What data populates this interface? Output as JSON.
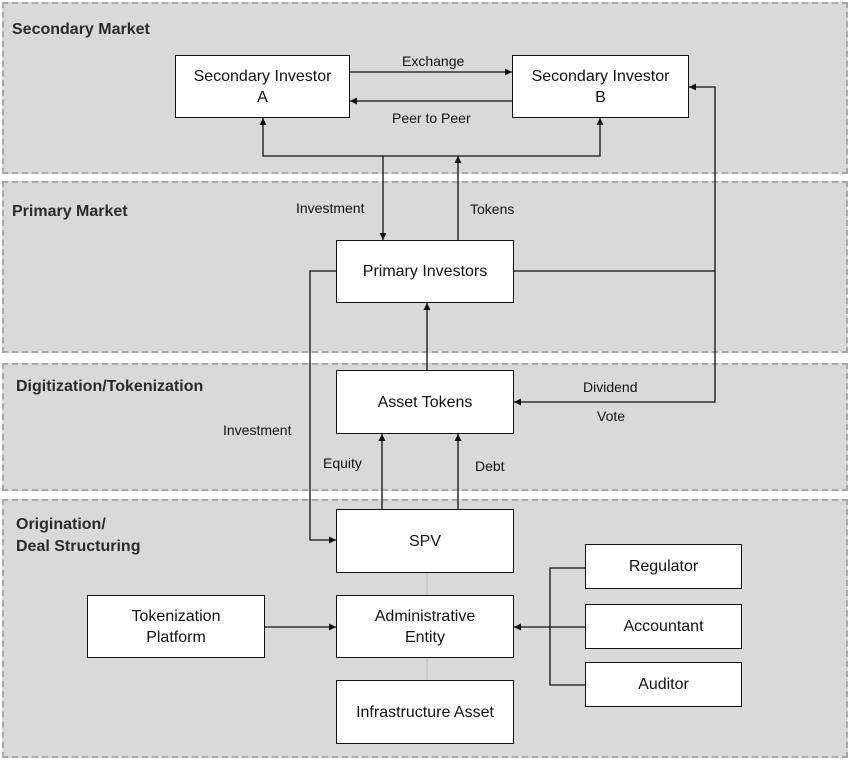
{
  "sections": {
    "secondary_market": "Secondary Market",
    "primary_market": "Primary Market",
    "digitization": "Digitization/Tokenization",
    "origination": "Origination/\nDeal Structuring"
  },
  "nodes": {
    "secondary_investor_a": "Secondary Investor\nA",
    "secondary_investor_b": "Secondary Investor\nB",
    "primary_investors": "Primary Investors",
    "asset_tokens": "Asset Tokens",
    "spv": "SPV",
    "administrative_entity": "Administrative\nEntity",
    "tokenization_platform": "Tokenization\nPlatform",
    "infrastructure_asset": "Infrastructure Asset",
    "regulator": "Regulator",
    "accountant": "Accountant",
    "auditor": "Auditor"
  },
  "edge_labels": {
    "exchange": "Exchange",
    "peer_to_peer": "Peer to Peer",
    "investment_primary": "Investment",
    "tokens": "Tokens",
    "dividend": "Dividend",
    "vote": "Vote",
    "investment_spv": "Investment",
    "equity": "Equity",
    "debt": "Debt"
  }
}
